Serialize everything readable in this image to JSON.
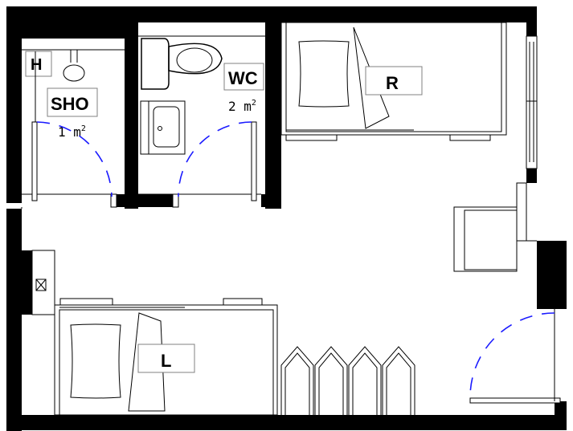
{
  "rooms": {
    "shower": {
      "label": "SHO",
      "area_value": "1",
      "area_unit": "m",
      "area_exp": "2",
      "heater_label": "H"
    },
    "wc": {
      "label": "WC",
      "area_value": "2",
      "area_unit": "m",
      "area_exp": "2"
    },
    "bed_right": {
      "label": "R"
    },
    "bed_left": {
      "label": "L"
    }
  },
  "colors": {
    "wall": "#000000",
    "door_swing": "#1a1aff",
    "label_box": "#808080"
  }
}
